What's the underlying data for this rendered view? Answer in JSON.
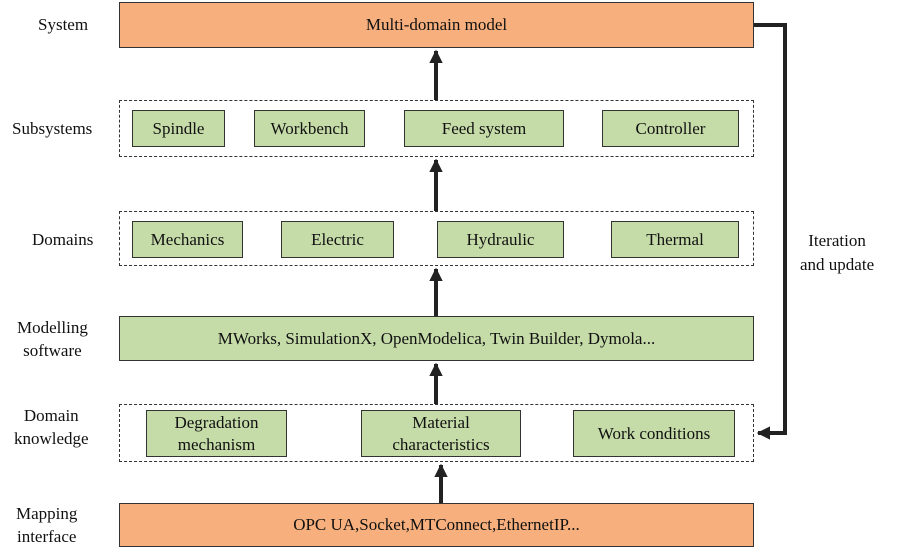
{
  "layers": {
    "system": "System",
    "subsystems": "Subsystems",
    "domains": "Domains",
    "modelling_software": [
      "Modelling",
      "software"
    ],
    "domain_knowledge": [
      "Domain",
      "knowledge"
    ],
    "mapping_interface": [
      "Mapping",
      "interface"
    ]
  },
  "system_box": "Multi-domain model",
  "subsystems": [
    "Spindle",
    "Workbench",
    "Feed system",
    "Controller"
  ],
  "domains": [
    "Mechanics",
    "Electric",
    "Hydraulic",
    "Thermal"
  ],
  "software_box": "MWorks, SimulationX, OpenModelica, Twin Builder, Dymola...",
  "knowledge": [
    [
      "Degradation",
      "mechanism"
    ],
    [
      "Material",
      "characteristics"
    ],
    [
      "Work conditions"
    ]
  ],
  "interface_box": "OPC UA,Socket,MTConnect,EthernetIP...",
  "feedback_label": [
    "Iteration",
    "and update"
  ],
  "colors": {
    "orange": "#f7b07d",
    "green": "#c5dba8",
    "line": "#222222"
  }
}
